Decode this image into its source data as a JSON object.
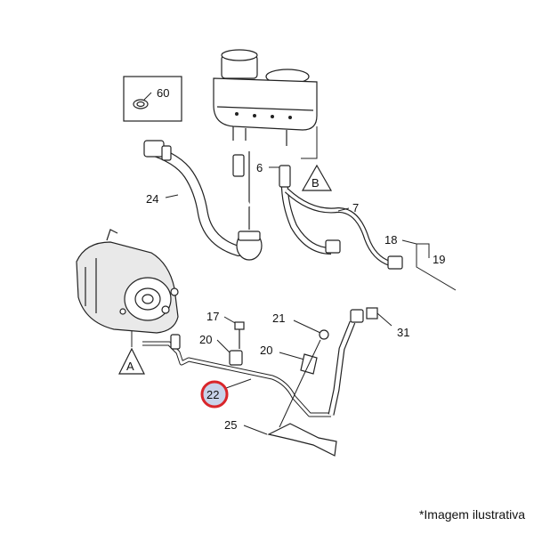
{
  "labels": {
    "l60": "60",
    "l6": "6",
    "l24": "24",
    "l7": "7",
    "l18": "18",
    "l19": "19",
    "l17": "17",
    "l21": "21",
    "l31": "31",
    "l20a": "20",
    "l20b": "20",
    "l22": "22",
    "l25": "25",
    "markerA": "A",
    "markerB": "B"
  },
  "caption": "*Imagem ilustrativa",
  "colors": {
    "highlight_ring": "#d9262b",
    "highlight_fill": "#c9d3ea"
  }
}
